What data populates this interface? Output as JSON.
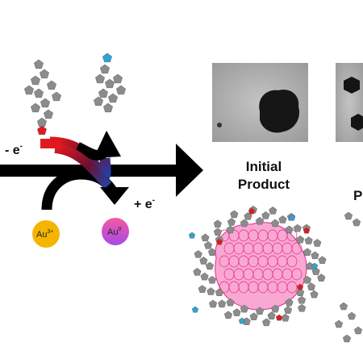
{
  "labels": {
    "oxidation": "- e",
    "oxidation_sup": "-",
    "reduction": "+ e",
    "reduction_sup": "-",
    "ion_gold3": "Au",
    "ion_gold3_sup": "3+",
    "ion_gold0": "Au",
    "ion_gold0_sup": "0",
    "initial_product_line1": "Initial",
    "initial_product_line2": "Product",
    "partial_label": "P"
  },
  "colors": {
    "monomer": "#8c8c8c",
    "monomer_edge": "#5e5e5e",
    "end_red": "#e0191f",
    "end_blue": "#2fa3d6",
    "gold3": "#f5b400",
    "gold0_top": "#f05aa0",
    "gold0_bottom": "#b04be8",
    "particle_pink": "#f9a8d2",
    "particle_edge": "#e0298a",
    "arrow": "#000000",
    "micrograph_bg": "#b8b8b8"
  },
  "icons": {
    "monomer": "pentagon-icon",
    "oxidized_end": "red-pentagon-icon",
    "reduced_end": "blue-pentagon-icon"
  }
}
